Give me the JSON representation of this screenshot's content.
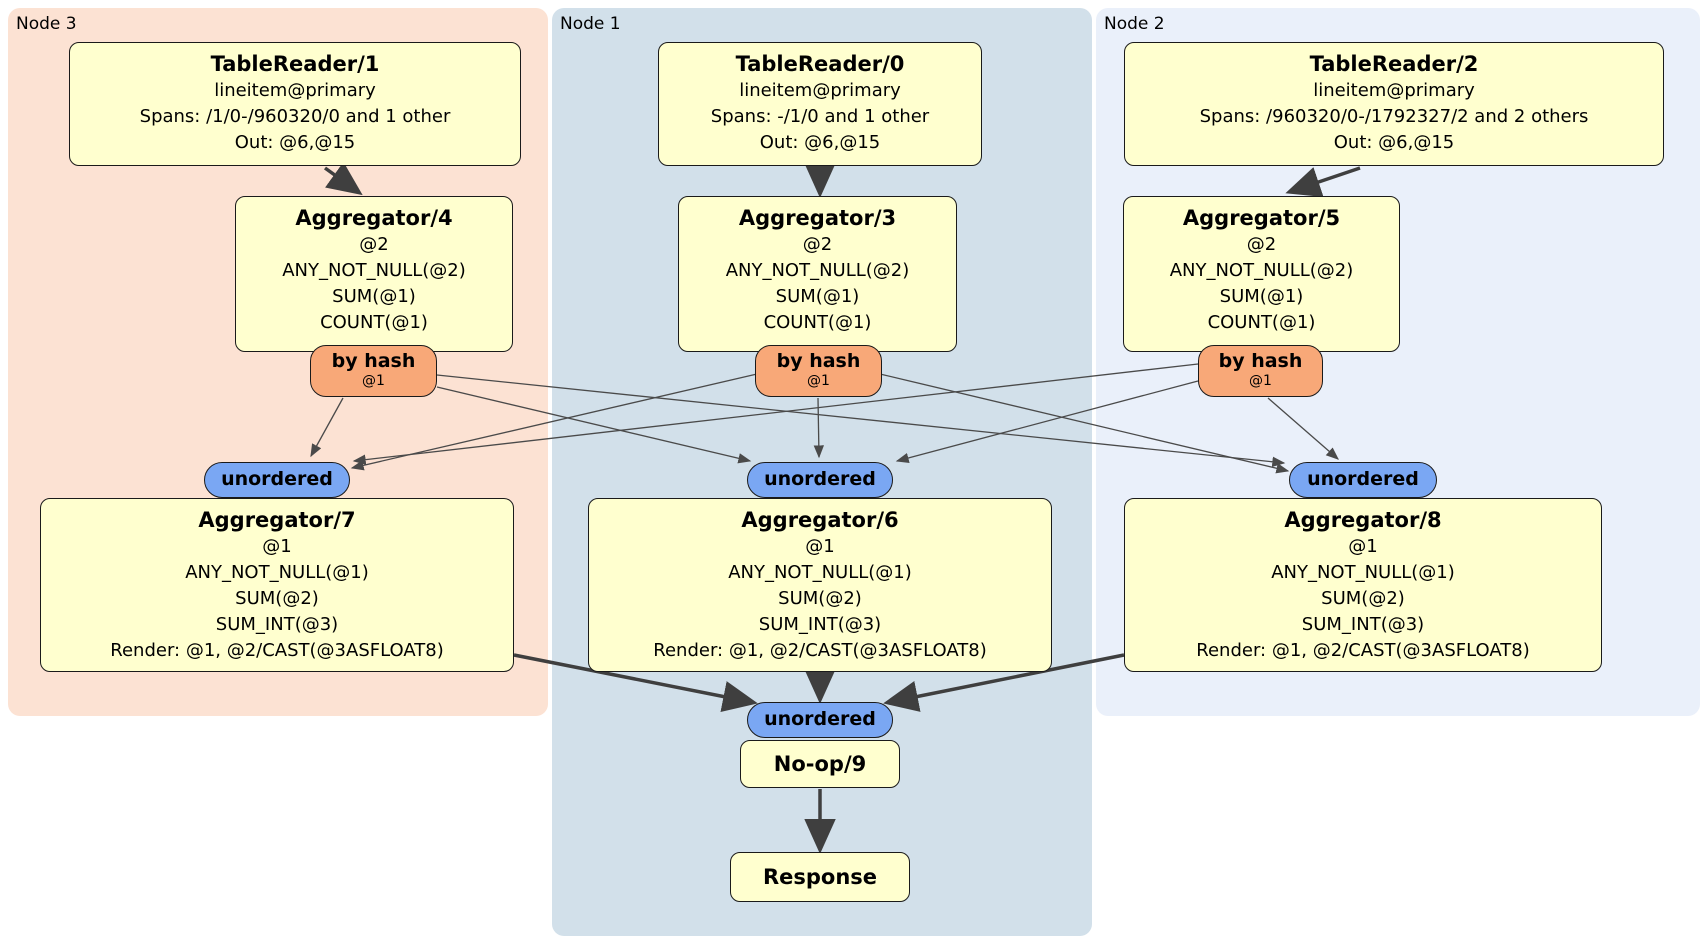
{
  "colors": {
    "node3_bg": "#fce2d3",
    "node1_bg": "#d2e0ea",
    "node2_bg": "#eaf0fa",
    "box_fill": "#ffffcf",
    "box_border": "#1a1a1a",
    "router_fill": "#f8a878",
    "sync_fill": "#7aa7f3",
    "edge_thick": "#3f3f3f",
    "edge_thin": "#4a4a4a"
  },
  "regions": [
    {
      "label": "Node 3"
    },
    {
      "label": "Node 1"
    },
    {
      "label": "Node 2"
    }
  ],
  "boxes": {
    "tr1": {
      "title": "TableReader/1",
      "lines": [
        "lineitem@primary",
        "Spans: /1/0-/960320/0 and 1 other",
        "Out: @6,@15"
      ]
    },
    "tr0": {
      "title": "TableReader/0",
      "lines": [
        "lineitem@primary",
        "Spans: -/1/0 and 1 other",
        "Out: @6,@15"
      ]
    },
    "tr2": {
      "title": "TableReader/2",
      "lines": [
        "lineitem@primary",
        "Spans: /960320/0-/1792327/2 and 2 others",
        "Out: @6,@15"
      ]
    },
    "agg4": {
      "title": "Aggregator/4",
      "lines": [
        "@2",
        "ANY_NOT_NULL(@2)",
        "SUM(@1)",
        "COUNT(@1)"
      ]
    },
    "agg3": {
      "title": "Aggregator/3",
      "lines": [
        "@2",
        "ANY_NOT_NULL(@2)",
        "SUM(@1)",
        "COUNT(@1)"
      ]
    },
    "agg5": {
      "title": "Aggregator/5",
      "lines": [
        "@2",
        "ANY_NOT_NULL(@2)",
        "SUM(@1)",
        "COUNT(@1)"
      ]
    },
    "agg7": {
      "title": "Aggregator/7",
      "lines": [
        "@1",
        "ANY_NOT_NULL(@1)",
        "SUM(@2)",
        "SUM_INT(@3)",
        "Render: @1, @2/CAST(@3ASFLOAT8)"
      ]
    },
    "agg6": {
      "title": "Aggregator/6",
      "lines": [
        "@1",
        "ANY_NOT_NULL(@1)",
        "SUM(@2)",
        "SUM_INT(@3)",
        "Render: @1, @2/CAST(@3ASFLOAT8)"
      ]
    },
    "agg8": {
      "title": "Aggregator/8",
      "lines": [
        "@1",
        "ANY_NOT_NULL(@1)",
        "SUM(@2)",
        "SUM_INT(@3)",
        "Render: @1, @2/CAST(@3ASFLOAT8)"
      ]
    },
    "noop": {
      "title": "No-op/9"
    },
    "response": {
      "title": "Response"
    }
  },
  "routers": [
    {
      "label": "by hash",
      "sub": "@1"
    },
    {
      "label": "by hash",
      "sub": "@1"
    },
    {
      "label": "by hash",
      "sub": "@1"
    }
  ],
  "syncs": [
    {
      "label": "unordered"
    },
    {
      "label": "unordered"
    },
    {
      "label": "unordered"
    },
    {
      "label": "unordered"
    }
  ]
}
